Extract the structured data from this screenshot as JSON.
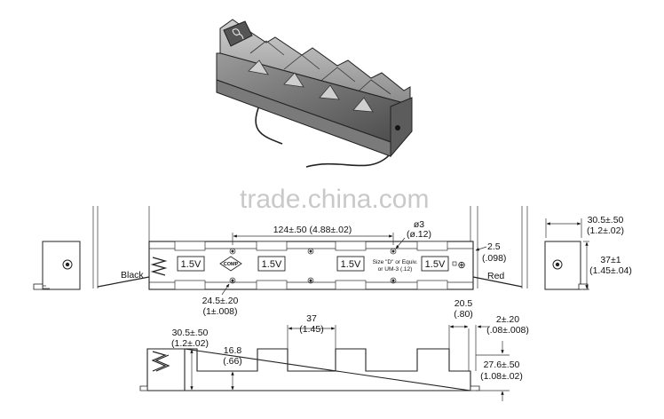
{
  "watermark": "trade.china.com",
  "top_view": {
    "length_dim": "124±.50 (4.88±.02)",
    "hole_dim_1": "ø3",
    "hole_dim_2": "(ø.12)",
    "edge_dim_1": "2.5",
    "edge_dim_2": "(.098)",
    "pitch_dim_1": "24.5±.20",
    "pitch_dim_2": "(1±.008)",
    "cells": [
      "1.5V",
      "1.5V",
      "1.5V",
      "1.5V"
    ],
    "note_line1": "Size \"D\" or Equiv.",
    "note_line2": "or UM-3 (.12)",
    "logo_text": "COMP",
    "plus_symbol": "⊕",
    "wire_left_label": "Black",
    "wire_right_label": "Red"
  },
  "end_view": {
    "width_dim_1": "30.5±.50",
    "width_dim_2": "(1.2±.02)",
    "height_dim_1": "37±1",
    "height_dim_2": "(1.45±.04)"
  },
  "side_view": {
    "height_dim_1": "30.5±.50",
    "height_dim_2": "(1.2±.02)",
    "slot_dim_1": "16.8",
    "slot_dim_2": "(.66)",
    "tab_dim_1": "37",
    "tab_dim_2": "(1.45)",
    "end_dim_1": "20.5",
    "end_dim_2": "(.80)",
    "thick_dim_1": "2±.20",
    "thick_dim_2": "(.08±.008)",
    "inner_dim_1": "27.6±.50",
    "inner_dim_2": "(1.08±.02)"
  }
}
